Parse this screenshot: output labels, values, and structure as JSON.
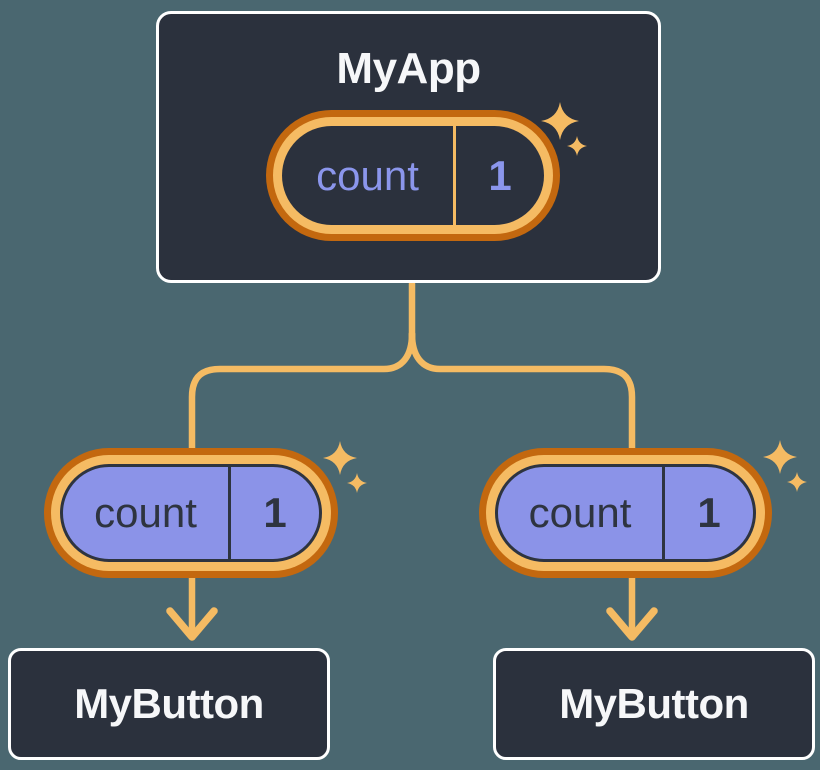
{
  "root": {
    "label": "MyApp",
    "state": {
      "key": "count",
      "value": "1"
    }
  },
  "children": [
    {
      "label": "MyButton",
      "state": {
        "key": "count",
        "value": "1"
      }
    },
    {
      "label": "MyButton",
      "state": {
        "key": "count",
        "value": "1"
      }
    }
  ],
  "icons": {
    "sparkle": "four-point-sparkle-icon",
    "arrow": "arrow-down-icon"
  },
  "colors": {
    "background": "#4A6770",
    "node_fill": "#2B313D",
    "node_border": "#FFFFFF",
    "node_text": "#F6F7F9",
    "pill_outer_ring": "#C3680F",
    "pill_inner_ring": "#F5BB63",
    "connector": "#F5BB63",
    "state_fill": "#8B93E8",
    "state_text_on_dark": "#8B96EC",
    "state_text_on_light": "#2E3440"
  }
}
